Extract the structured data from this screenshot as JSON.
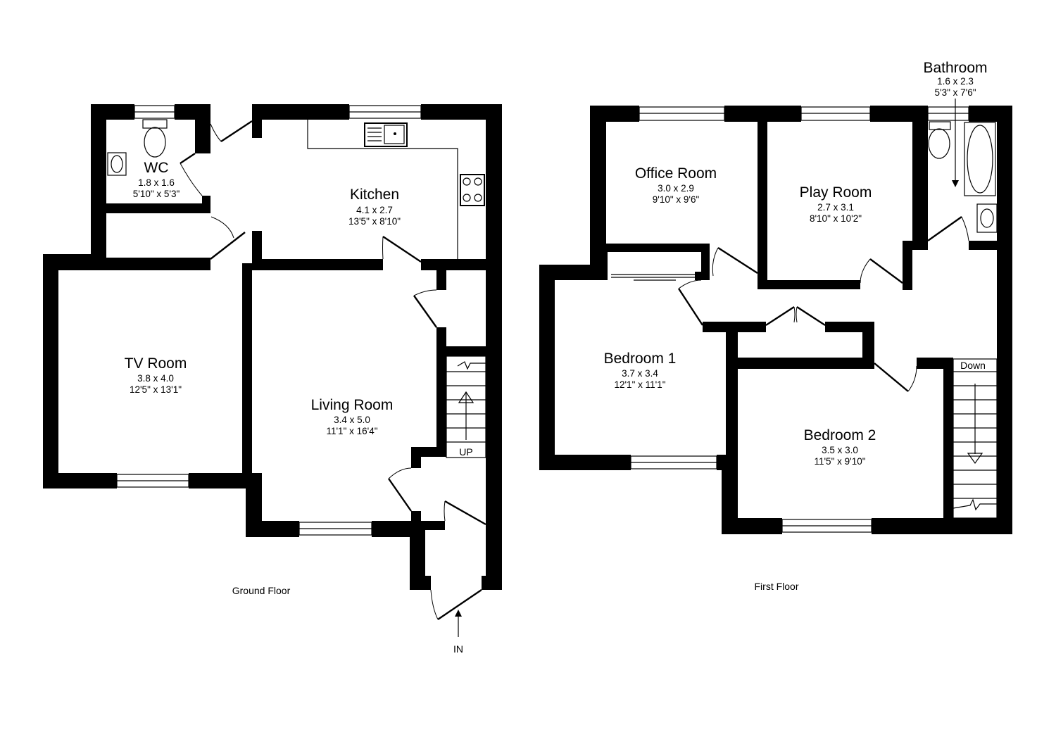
{
  "floors": {
    "ground": {
      "label": "Ground Floor",
      "entrance_label": "IN",
      "stairs_label": "UP",
      "rooms": {
        "wc": {
          "name": "WC",
          "metric": "1.8 x 1.6",
          "imperial": "5'10\" x 5'3\""
        },
        "kitchen": {
          "name": "Kitchen",
          "metric": "4.1 x 2.7",
          "imperial": "13'5\" x 8'10\""
        },
        "tv_room": {
          "name": "TV Room",
          "metric": "3.8 x 4.0",
          "imperial": "12'5\" x 13'1\""
        },
        "living_room": {
          "name": "Living Room",
          "metric": "3.4 x 5.0",
          "imperial": "11'1\" x 16'4\""
        }
      }
    },
    "first": {
      "label": "First Floor",
      "stairs_label": "Down",
      "rooms": {
        "bathroom": {
          "name": "Bathroom",
          "metric": "1.6 x 2.3",
          "imperial": "5'3\" x 7'6\""
        },
        "office_room": {
          "name": "Office Room",
          "metric": "3.0 x 2.9",
          "imperial": "9'10\" x 9'6\""
        },
        "play_room": {
          "name": "Play Room",
          "metric": "2.7 x 3.1",
          "imperial": "8'10\" x 10'2\""
        },
        "bedroom_1": {
          "name": "Bedroom 1",
          "metric": "3.7 x 3.4",
          "imperial": "12'1\" x 11'1\""
        },
        "bedroom_2": {
          "name": "Bedroom 2",
          "metric": "3.5 x 3.0",
          "imperial": "11'5\" x 9'10\""
        }
      }
    }
  }
}
